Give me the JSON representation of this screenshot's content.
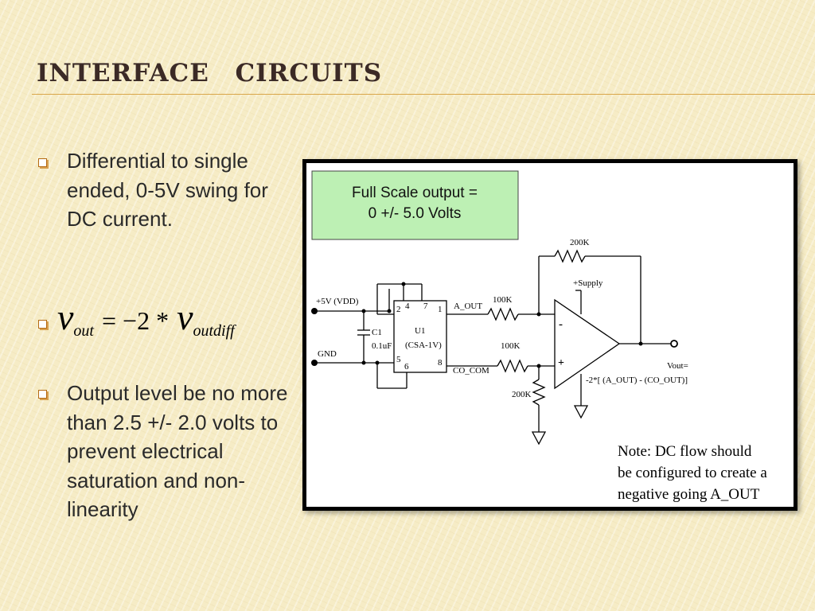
{
  "slide": {
    "title": "Interface  Circuits"
  },
  "bullets": [
    {
      "text": "Differential to single ended, 0-5V swing for DC current."
    },
    {
      "text": "Output level be no more than 2.5 +/- 2.0 volts to prevent electrical saturation and non-linearity"
    }
  ],
  "formula": {
    "lhs_var": "v",
    "lhs_sub": "out",
    "op": "= −2 * ",
    "rhs_var": "v",
    "rhs_sub": "outdiff"
  },
  "diagram": {
    "full_scale_line1": "Full Scale output =",
    "full_scale_line2": "0 +/- 5.0 Volts",
    "labels": {
      "vdd": "+5V (VDD)",
      "gnd": "GND",
      "c1": "C1",
      "c1_value": "0.1uF",
      "u1": "U1",
      "u1_part": "(CSA-1V)",
      "pin1": "1",
      "pin2": "2",
      "pin4": "4",
      "pin5": "5",
      "pin6": "6",
      "pin7": "7",
      "pin8": "8",
      "a_out": "A_OUT",
      "co_com": "CO_COM",
      "r1": "100K",
      "r2": "100K",
      "rf": "200K",
      "rg": "200K",
      "supply": "+Supply",
      "minus": "-",
      "plus": "+",
      "vout1": "Vout=",
      "vout2": "-2*[ (A_OUT) - (CO_OUT)]"
    },
    "note_line1": "Note: DC flow should",
    "note_line2": "be configured to create a",
    "note_line3": "negative going A_OUT"
  },
  "colors": {
    "title": "#3b2a26",
    "title_rule": "#d9a64a",
    "bullet_mark": "#b56a12",
    "green_box": "#bdf0b4"
  }
}
